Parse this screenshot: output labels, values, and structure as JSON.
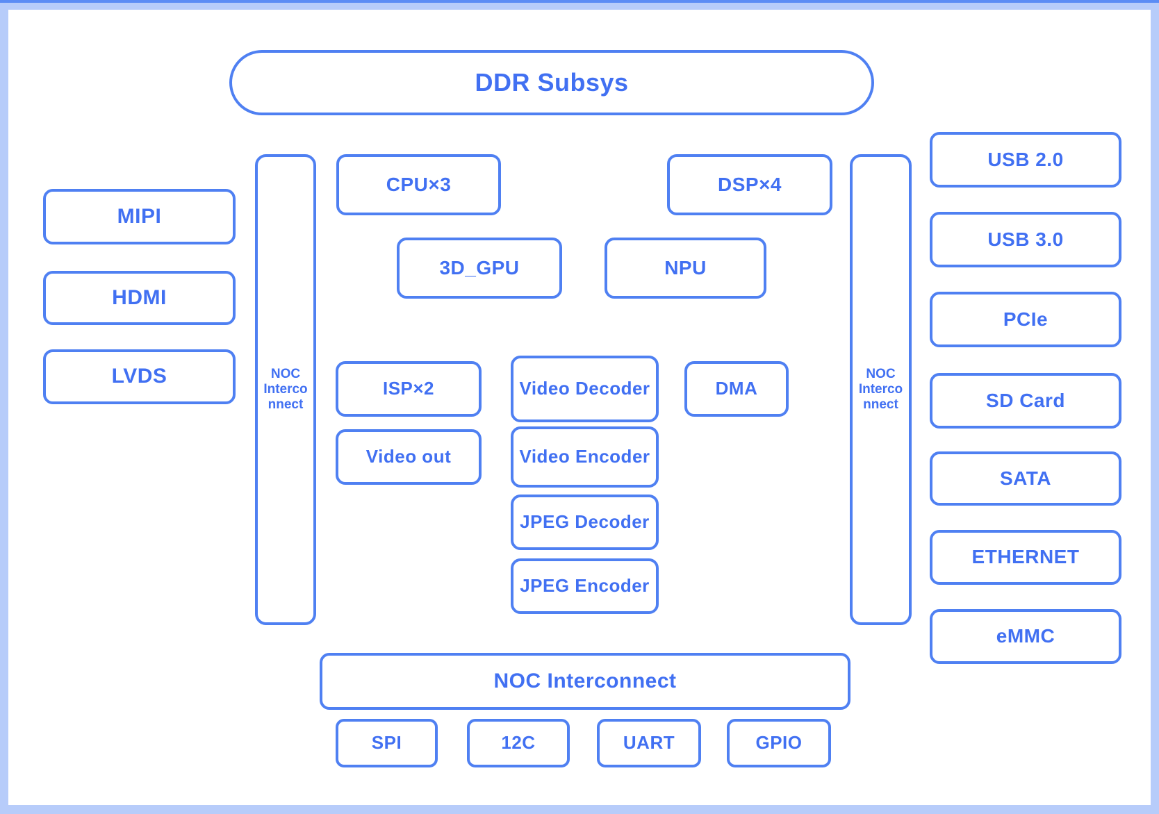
{
  "diagram": {
    "colors": {
      "frame": "#b7ccfa",
      "topline": "#5b8cf5",
      "canvas": "#ffffff",
      "box_border": "#4f80f2",
      "box_text": "#4170f2"
    },
    "ddr": {
      "label": "DDR Subsys"
    },
    "left_ports": {
      "mipi": "MIPI",
      "hdmi": "HDMI",
      "lvds": "LVDS"
    },
    "noc_left": {
      "lines": [
        "NOC",
        "Interco",
        "nnect"
      ]
    },
    "noc_right": {
      "lines": [
        "NOC",
        "Interco",
        "nnect"
      ]
    },
    "compute": {
      "cpu": "CPU×3",
      "dsp": "DSP×4",
      "gpu": "3D_GPU",
      "npu": "NPU"
    },
    "media": {
      "isp": "ISP×2",
      "video_decoder": "Video Decoder",
      "dma": "DMA",
      "video_out": "Video out",
      "video_encoder": "Video Encoder",
      "jpeg_decoder": "JPEG Decoder",
      "jpeg_encoder": "JPEG Encoder"
    },
    "right_ports": {
      "usb2": "USB 2.0",
      "usb3": "USB 3.0",
      "pcie": "PCIe",
      "sdcard": "SD Card",
      "sata": "SATA",
      "ethernet": "ETHERNET",
      "emmc": "eMMC"
    },
    "noc_bottom": {
      "label": "NOC Interconnect"
    },
    "peripherals": {
      "spi": "SPI",
      "i2c": "12C",
      "uart": "UART",
      "gpio": "GPIO"
    }
  }
}
